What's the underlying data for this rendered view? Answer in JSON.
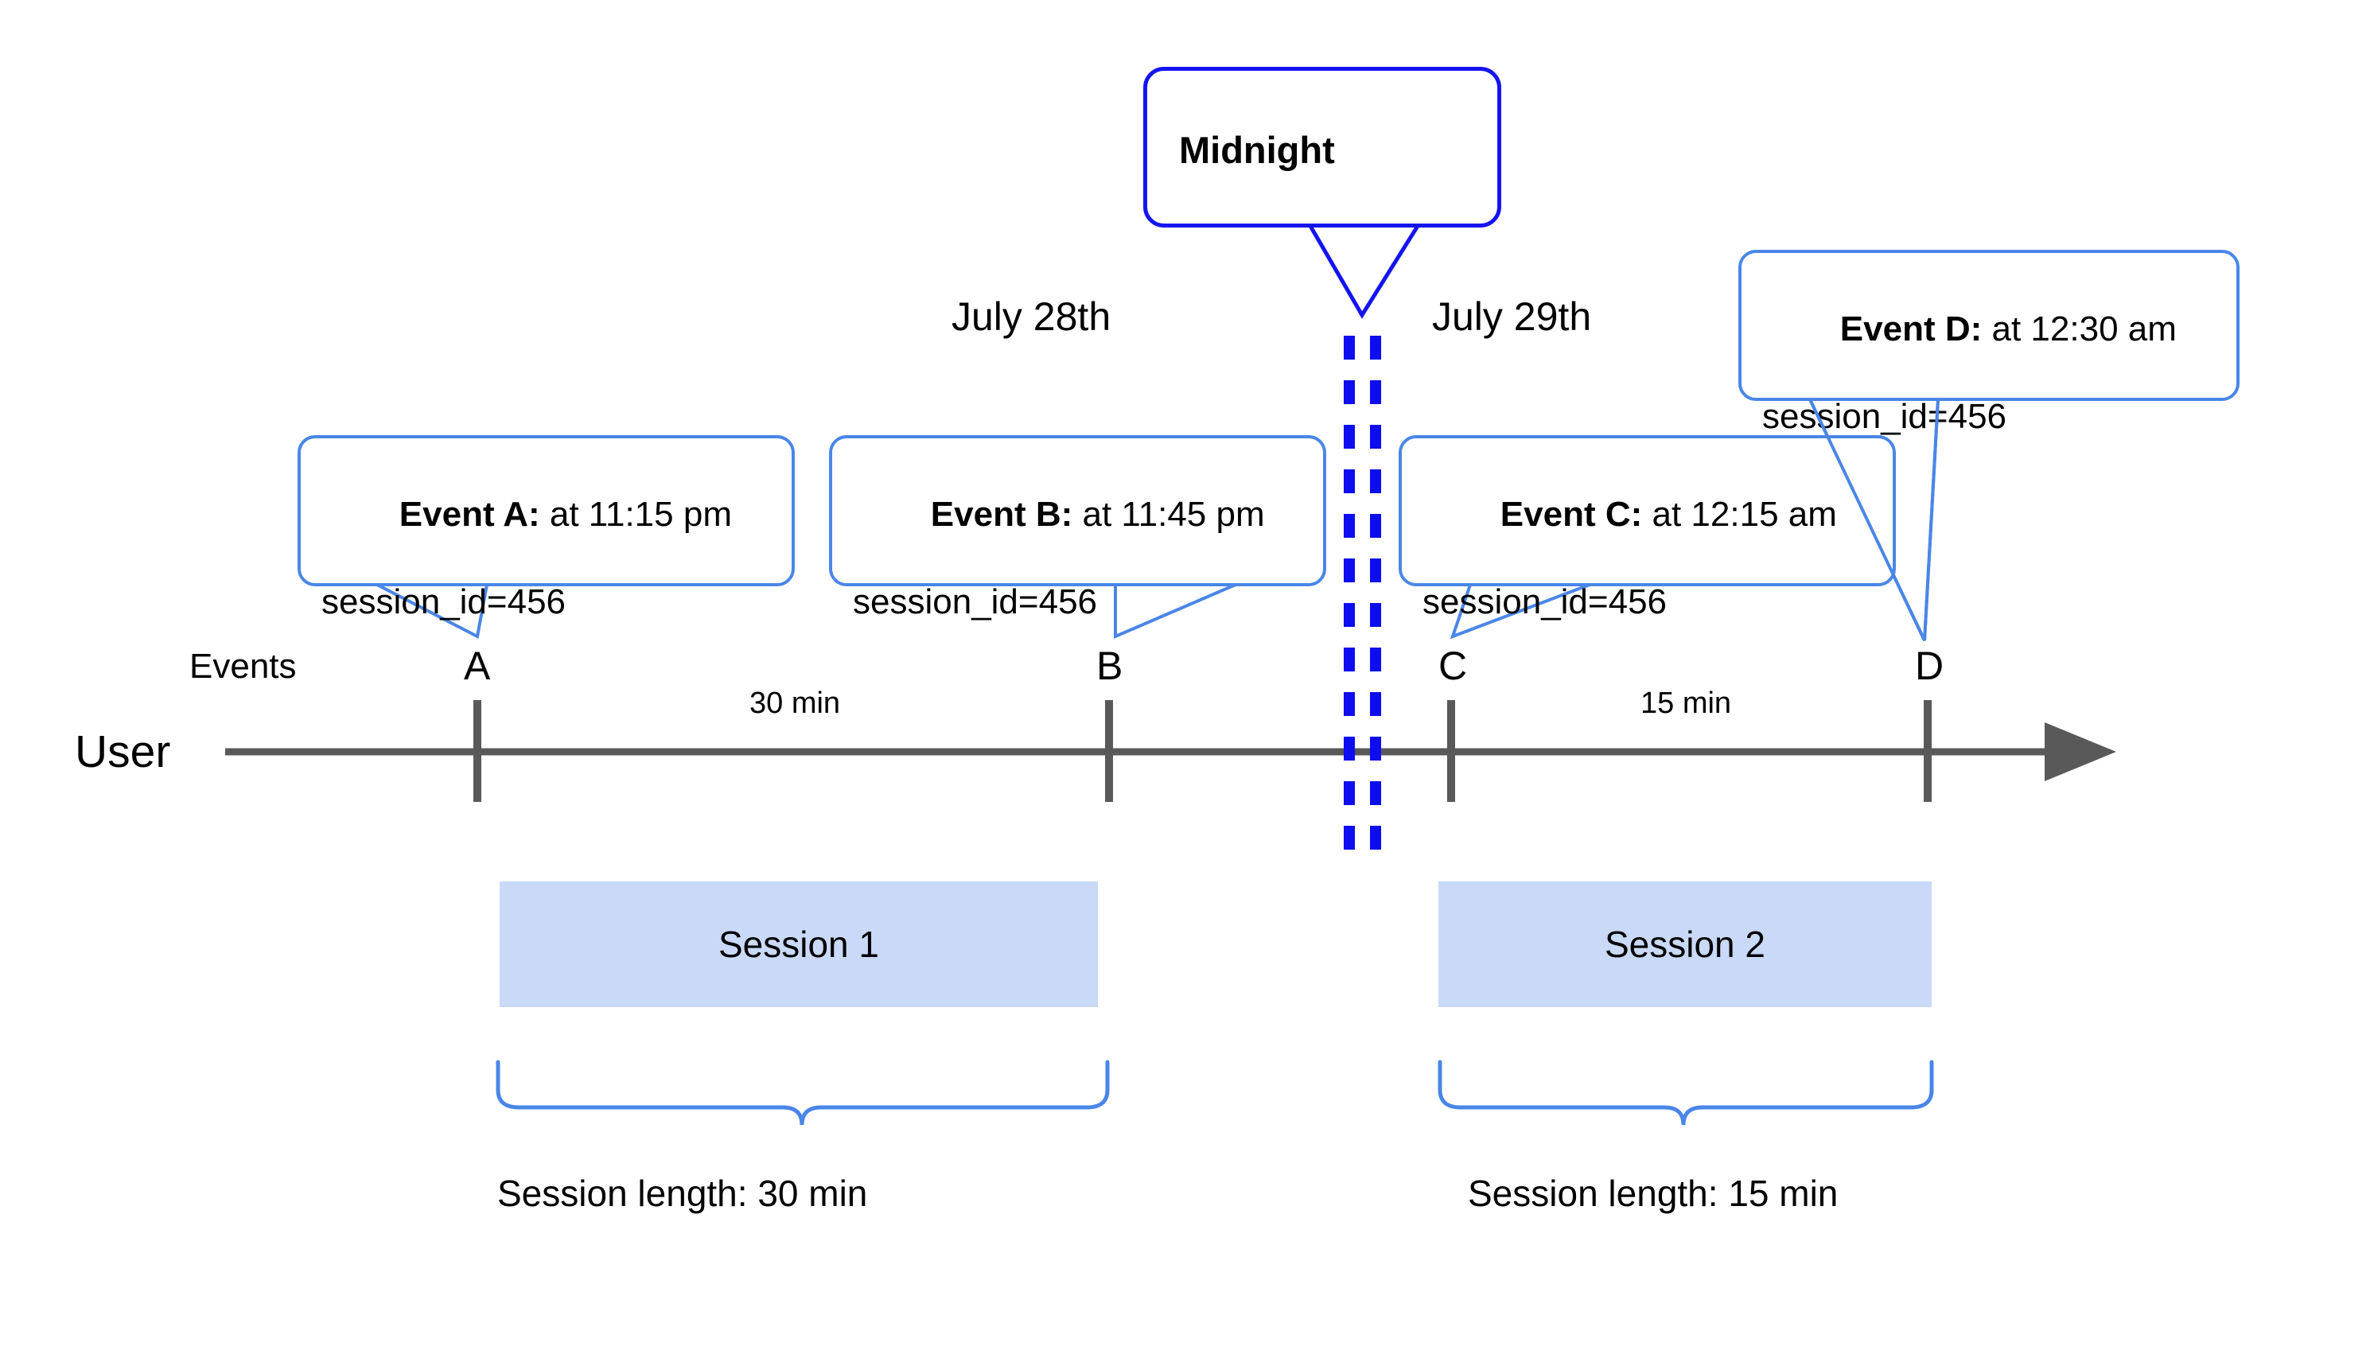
{
  "diagram": {
    "title_hidden": "",
    "colors": {
      "callout_border": "#4a86e8",
      "midnight_border": "#1414f0",
      "midnight_dash": "#0d0df0",
      "session_fill": "#c9d9f7",
      "axis": "#595959",
      "brace": "#4a86e8"
    }
  },
  "axis": {
    "row_label": "User",
    "events_label": "Events"
  },
  "dates": {
    "left": "July 28th",
    "right": "July 29th"
  },
  "midnight": {
    "label": "Midnight"
  },
  "ticks": [
    {
      "letter": "A"
    },
    {
      "letter": "B"
    },
    {
      "letter": "C"
    },
    {
      "letter": "D"
    }
  ],
  "durations": [
    {
      "label": "30 min"
    },
    {
      "label": "15 min"
    }
  ],
  "callouts": [
    {
      "name": "event-a",
      "title": "Event A:",
      "time": " at 11:15 pm",
      "detail": "session_id=456"
    },
    {
      "name": "event-b",
      "title": "Event B:",
      "time": " at 11:45 pm",
      "detail": "session_id=456"
    },
    {
      "name": "event-c",
      "title": "Event C:",
      "time": " at 12:15 am",
      "detail": "session_id=456"
    },
    {
      "name": "event-d",
      "title": "Event D:",
      "time": " at 12:30 am",
      "detail": "session_id=456"
    }
  ],
  "sessions": [
    {
      "name": "session-1",
      "label": "Session 1",
      "length_label": "Session length: 30 min"
    },
    {
      "name": "session-2",
      "label": "Session 2",
      "length_label": "Session length: 15 min"
    }
  ]
}
